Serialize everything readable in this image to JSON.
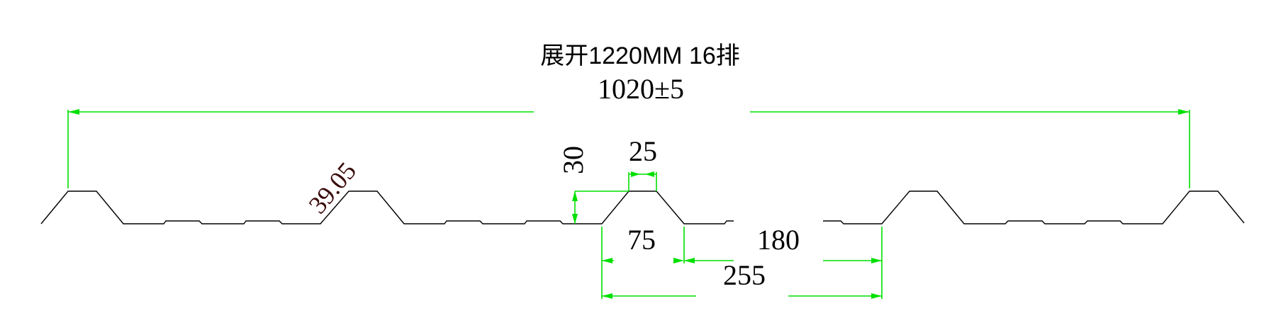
{
  "drawing": {
    "title": "展开1220MM  16排",
    "overall_width": "1020±5",
    "colors": {
      "profile": "#000000",
      "dimension": "#00e000",
      "slope_label": "#3a0a0a",
      "background": "#ffffff"
    },
    "dimensions": {
      "rib_height": "30",
      "rib_top_width": "25",
      "slope_length": "39.05",
      "rib_base_width": "75",
      "pan_width": "180",
      "pitch": "255"
    },
    "profile": {
      "ribs": 5,
      "description": "Trapezoidal roof sheet profile with 5 ribs and 2 stiffening steps per pan"
    }
  }
}
